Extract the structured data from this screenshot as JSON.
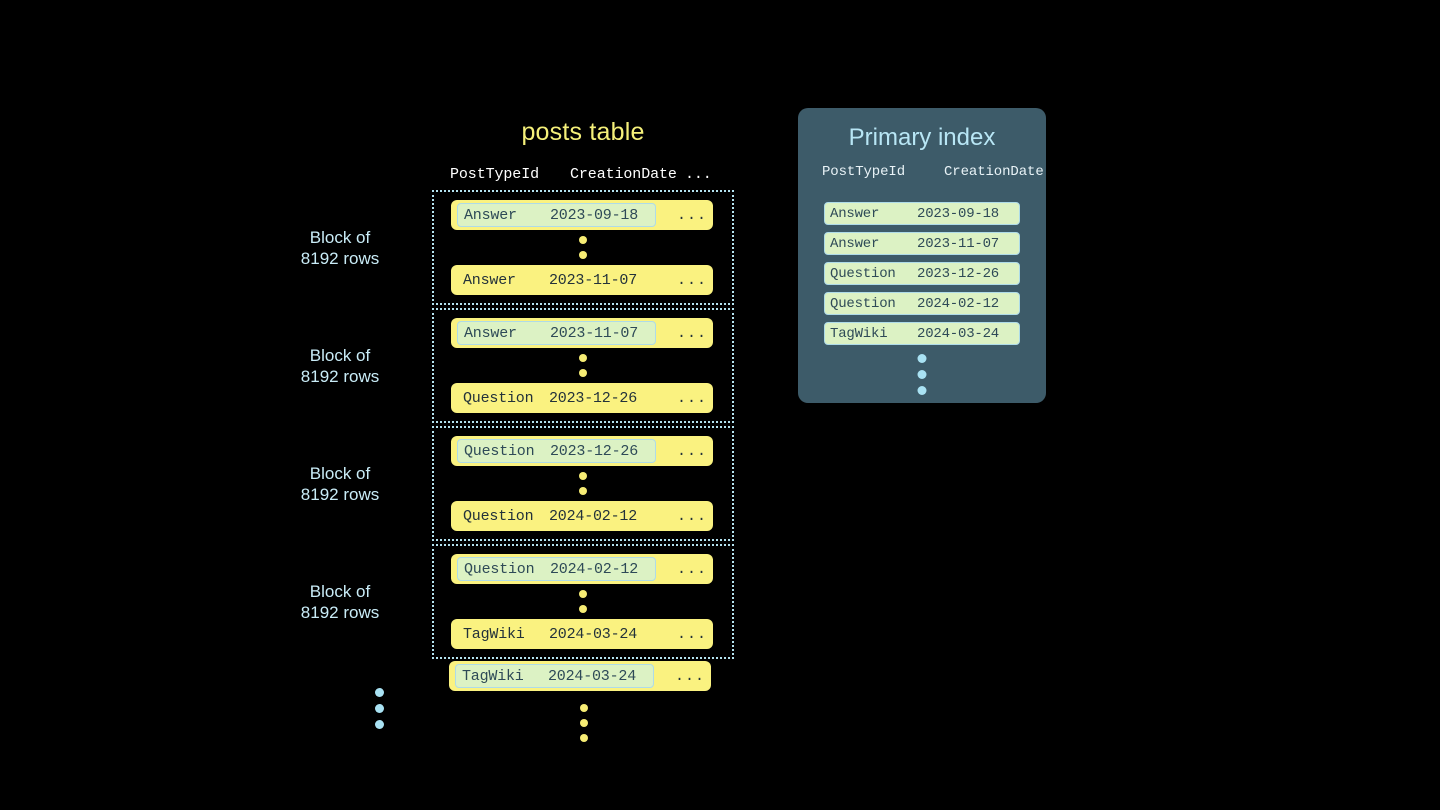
{
  "background_color": "#000000",
  "colors": {
    "row_yellow": "#faf280",
    "highlight_green": "#dcf2c4",
    "accent_blue": "#a9e2f3",
    "panel_slate": "#3d5b69",
    "title_yellow": "#f5f07a",
    "text_dark": "#2e4a57"
  },
  "posts_table": {
    "title": "posts table",
    "columns": {
      "post_type_id": "PostTypeId",
      "creation_date": "CreationDate",
      "more": "..."
    },
    "row_more": "...",
    "block_label": "Block of\n8192 rows",
    "blocks": [
      {
        "label": "Block of\n8192 rows",
        "first_row": {
          "post_type_id": "Answer",
          "creation_date": "2023-09-18",
          "highlighted": true
        },
        "last_row": {
          "post_type_id": "Answer",
          "creation_date": "2023-11-07",
          "highlighted": false
        }
      },
      {
        "label": "Block of\n8192 rows",
        "first_row": {
          "post_type_id": "Answer",
          "creation_date": "2023-11-07",
          "highlighted": true
        },
        "last_row": {
          "post_type_id": "Question",
          "creation_date": "2023-12-26",
          "highlighted": false
        }
      },
      {
        "label": "Block of\n8192 rows",
        "first_row": {
          "post_type_id": "Question",
          "creation_date": "2023-12-26",
          "highlighted": true
        },
        "last_row": {
          "post_type_id": "Question",
          "creation_date": "2024-02-12",
          "highlighted": false
        }
      },
      {
        "label": "Block of\n8192 rows",
        "first_row": {
          "post_type_id": "Question",
          "creation_date": "2024-02-12",
          "highlighted": true
        },
        "last_row": {
          "post_type_id": "TagWiki",
          "creation_date": "2024-03-24",
          "highlighted": false
        }
      }
    ],
    "trailing_row": {
      "post_type_id": "TagWiki",
      "creation_date": "2024-03-24",
      "highlighted": true,
      "more": "..."
    }
  },
  "primary_index": {
    "title": "Primary index",
    "columns": {
      "post_type_id": "PostTypeId",
      "creation_date": "CreationDate"
    },
    "entries": [
      {
        "post_type_id": "Answer",
        "creation_date": "2023-09-18"
      },
      {
        "post_type_id": "Answer",
        "creation_date": "2023-11-07"
      },
      {
        "post_type_id": "Question",
        "creation_date": "2023-12-26"
      },
      {
        "post_type_id": "Question",
        "creation_date": "2024-02-12"
      },
      {
        "post_type_id": "TagWiki",
        "creation_date": "2024-03-24"
      }
    ]
  }
}
